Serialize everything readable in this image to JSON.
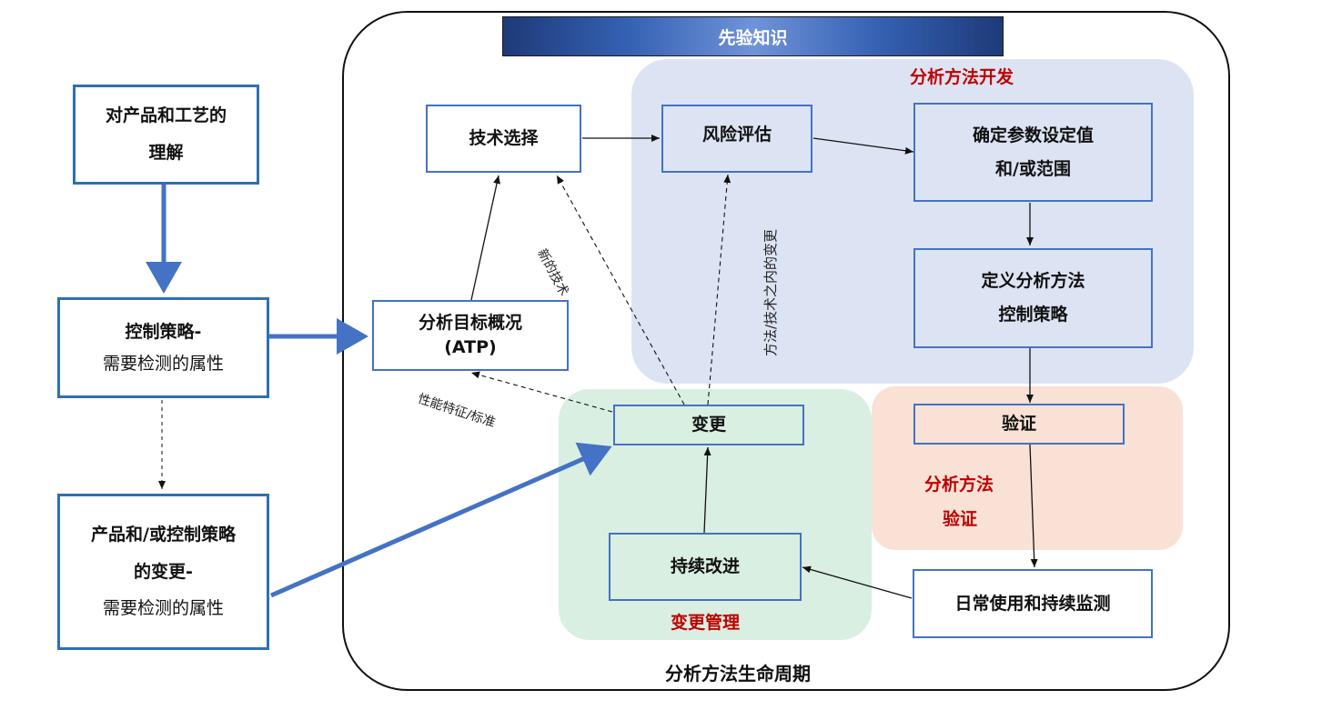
{
  "diagram": {
    "header": "先验知识",
    "lifecycle_label": "分析方法生命周期",
    "zones": {
      "development": "分析方法开发",
      "validation": [
        "分析方法",
        "验证"
      ],
      "change_management": "变更管理"
    },
    "left_boxes": {
      "understanding": [
        "对产品和工艺的",
        "理解"
      ],
      "control_strategy": {
        "title": "控制策略-",
        "subtitle": "需要检测的属性"
      },
      "change": {
        "line1": "产品和/或控制策略",
        "line2": "的变更-",
        "subtitle": "需要检测的属性"
      }
    },
    "nodes": {
      "atp": [
        "分析目标概况",
        "(ATP)"
      ],
      "tech_select": "技术选择",
      "risk": "风险评估",
      "params": [
        "确定参数设定值",
        "和/或范围"
      ],
      "define": [
        "定义分析方法",
        "控制策略"
      ],
      "validation": "验证",
      "routine": "日常使用和持续监测",
      "improve": "持续改进",
      "change": "变更"
    },
    "edge_labels": {
      "new_tech": "新的技术",
      "within_change": "方法/技术之内的变更",
      "performance": "性能特征/标准"
    }
  },
  "colors": {
    "box_border": "#4472c4",
    "thick_arrow": "#4472c4",
    "zone_title_red": "#c00000",
    "development_bg": "#dce4f3",
    "validation_bg": "#f9e2d5",
    "change_bg": "#d9efe1"
  }
}
